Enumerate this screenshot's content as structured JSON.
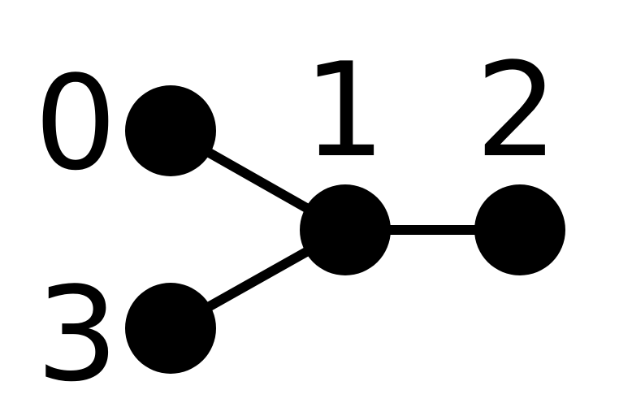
{
  "graph": {
    "nodes": [
      {
        "id": "0",
        "label": "0"
      },
      {
        "id": "1",
        "label": "1"
      },
      {
        "id": "2",
        "label": "2"
      },
      {
        "id": "3",
        "label": "3"
      }
    ],
    "edges": [
      [
        "0",
        "1"
      ],
      [
        "3",
        "1"
      ],
      [
        "1",
        "2"
      ]
    ],
    "colors": {
      "node": "#000000",
      "edge": "#000000",
      "background": "#ffffff"
    }
  }
}
